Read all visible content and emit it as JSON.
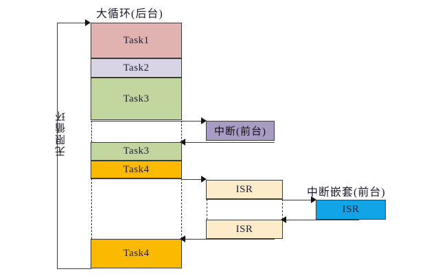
{
  "diagram": {
    "title_background": "大循环(后台)",
    "vertical_loop_label": "无限循环",
    "interrupt_label": "中断(前台)",
    "nested_interrupt_label": "中断嵌套(前台)",
    "colors": {
      "task1": "#e0b2b0",
      "task2": "#d8d4e6",
      "task3": "#c4d6a0",
      "task4": "#fbb900",
      "interrupt": "#a99cc4",
      "isr": "#fcecc9",
      "nested_isr": "#11a5e8",
      "outline": "#3a3a3a"
    },
    "background_blocks": [
      {
        "label": "Task1",
        "color": "task1"
      },
      {
        "label": "Task2",
        "color": "task2"
      },
      {
        "label": "Task3",
        "color": "task3"
      },
      {
        "label": "",
        "color": "none"
      },
      {
        "label": "Task3",
        "color": "task3"
      },
      {
        "label": "Task4",
        "color": "task4"
      },
      {
        "label": "",
        "color": "none"
      },
      {
        "label": "Task4",
        "color": "task4"
      }
    ],
    "foreground_blocks": [
      {
        "label": "中断(前台)",
        "color": "interrupt"
      },
      {
        "label": "ISR",
        "color": "isr"
      },
      {
        "label": "ISR",
        "color": "isr"
      },
      {
        "label": "ISR",
        "color": "nested_isr"
      }
    ]
  }
}
